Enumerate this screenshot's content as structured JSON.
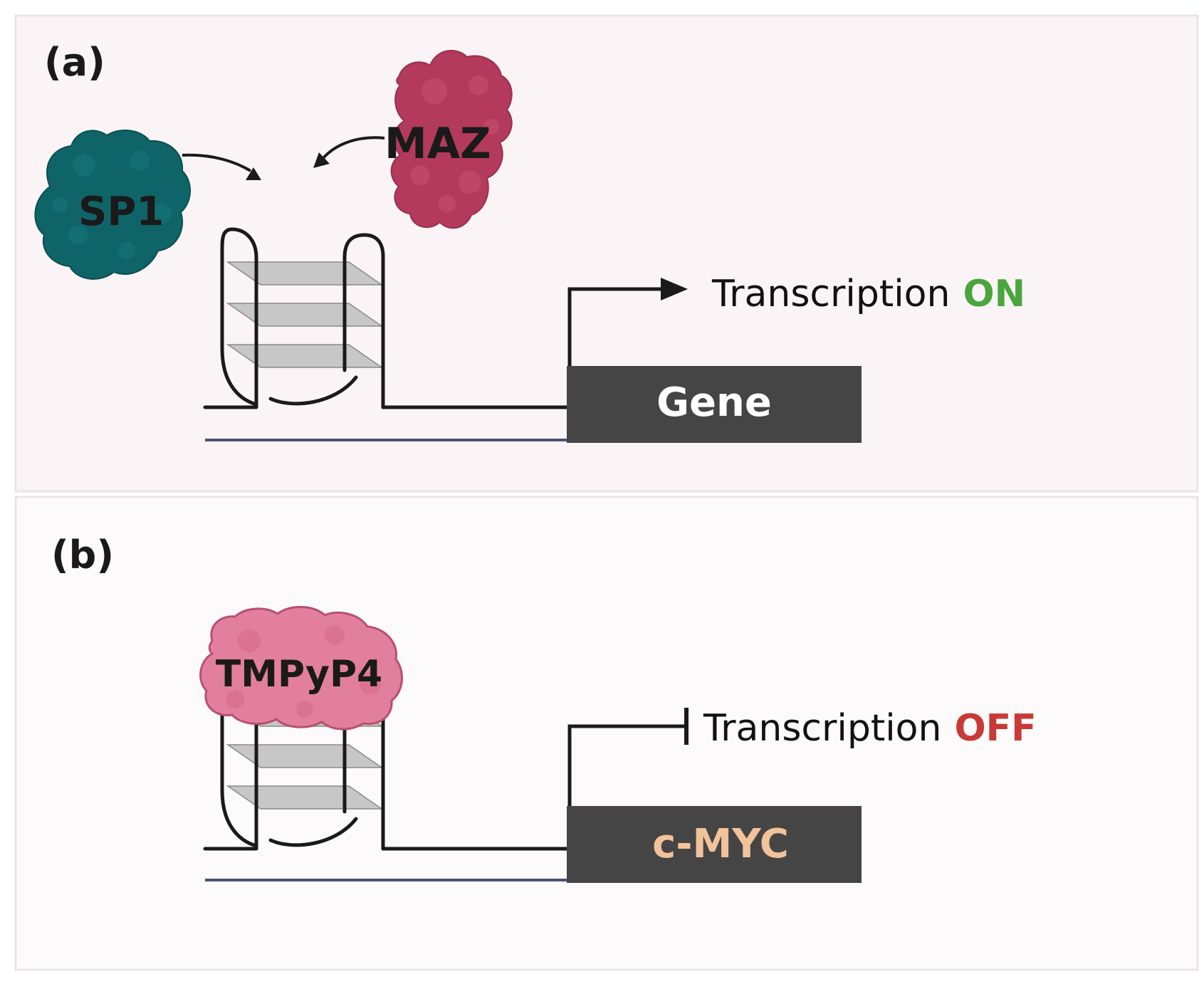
{
  "panel_a": {
    "label": "(a)",
    "protein_sp1": "SP1",
    "protein_maz": "MAZ",
    "transcription_text": "Transcription",
    "transcription_state": "ON",
    "gene_label": "Gene"
  },
  "panel_b": {
    "label": "(b)",
    "ligand": "TMPyP4",
    "transcription_text": "Transcription",
    "transcription_state": "OFF",
    "gene_label": "c-MYC"
  },
  "colors": {
    "panel_a_background": "#fbf4f6",
    "panel_b_background": "#fdfafb",
    "sp1": "#0f6468",
    "maz": "#b33a5c",
    "tmpyp4": "#e27f9e",
    "gene_box": "#454545",
    "on": "#4aa63c",
    "off": "#c73a35",
    "c_myc_text": "#f2c29a",
    "gene_text": "#ffffff",
    "baseline": "#4b5272"
  }
}
